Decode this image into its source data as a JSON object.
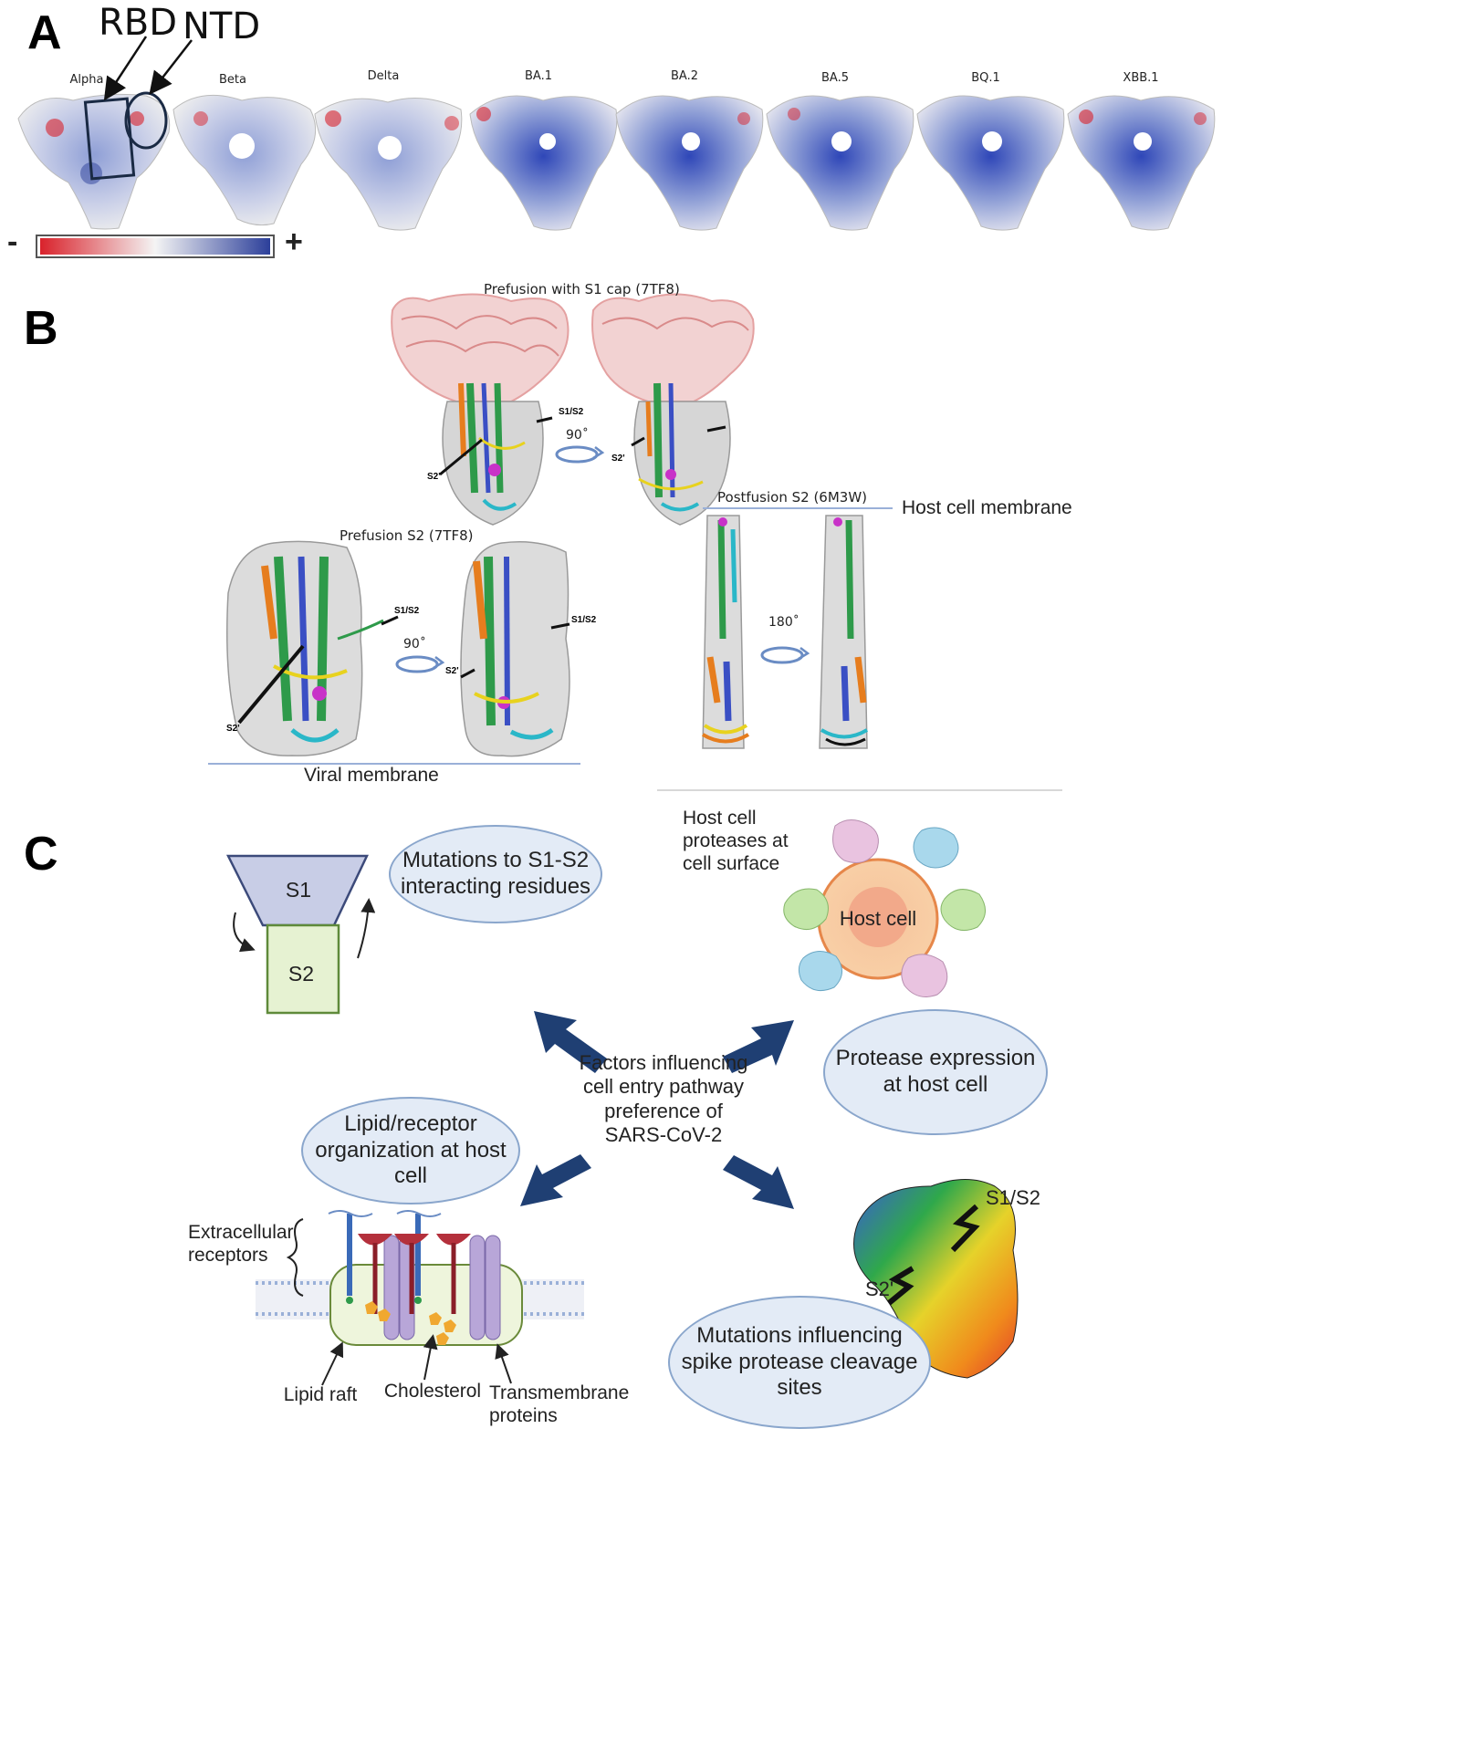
{
  "panel_a": {
    "letter": "A",
    "rbd_label": "RBD",
    "ntd_label": "NTD",
    "variants": [
      "Alpha",
      "Beta",
      "Delta",
      "BA.1",
      "BA.2",
      "BA.5",
      "BQ.1",
      "XBB.1"
    ],
    "scale_minus": "-",
    "scale_plus": "+",
    "colors": {
      "negative": "#d9222b",
      "neutral": "#f2f2f2",
      "positive": "#2c3f9a"
    }
  },
  "panel_b": {
    "letter": "B",
    "prefusion_cap_title": "Prefusion with S1 cap (7TF8)",
    "prefusion_s2_title": "Prefusion S2 (7TF8)",
    "postfusion_title": "Postfusion S2 (6M3W)",
    "host_membrane": "Host cell membrane",
    "viral_membrane": "Viral membrane",
    "s1s2_tag": "S1/S2",
    "s2p_tag": "S2'",
    "rot_90": "90˚",
    "rot_180": "180˚",
    "colors": {
      "s1_cap": "#e4a1a1",
      "helix_green": "#2e9a4a",
      "helix_orange": "#e67d1e",
      "helix_blue": "#3a4fc4",
      "helix_magenta": "#c832c8",
      "helix_cyan": "#2ab7c8",
      "helix_yellow": "#e8d21e",
      "gray": "#9a9a9a"
    }
  },
  "panel_c": {
    "letter": "C",
    "s1": "S1",
    "s2": "S2",
    "bubble_s1s2": "Mutations to S1-S2 interacting residues",
    "host_proteases": "Host cell proteases at cell surface",
    "host_cell": "Host cell",
    "protease_expression": "Protease expression at host cell",
    "center_text": "Factors influencing cell entry pathway preference of SARS-CoV-2",
    "lipid_receptor": "Lipid/receptor organization at host cell",
    "extracellular_receptors": "Extracellular receptors",
    "lipid_raft": "Lipid raft",
    "cholesterol": "Cholesterol",
    "transmembrane": "Transmembrane proteins",
    "cleavage_s1s2": "S1/S2",
    "cleavage_s2p": "S2'",
    "mutations_cleavage": "Mutations influencing spike protease cleavage sites",
    "colors": {
      "bubble_fill": "#e3ebf6",
      "bubble_stroke": "#8aa6cc",
      "arrow": "#1f3f73",
      "s1_fill": "#c8cde6",
      "s2_fill": "#e6f2d2",
      "s2_stroke": "#5f8a3a",
      "cell_outer": "#f8c99a",
      "cell_inner": "#f2a98a",
      "raft_fill": "#eef5dc",
      "tm_fill": "#b8a6d8"
    }
  }
}
